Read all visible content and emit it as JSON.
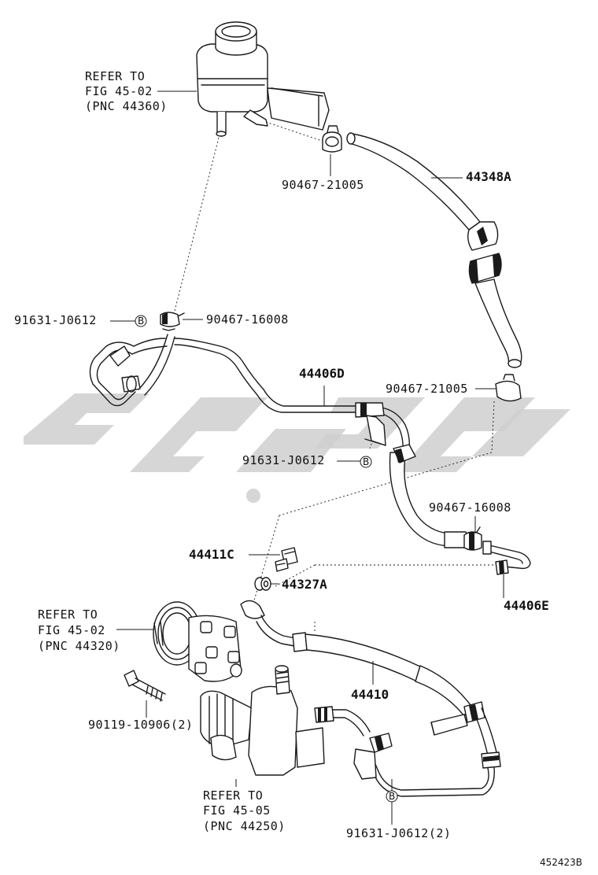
{
  "diagram": {
    "labels": {
      "refer_reservoir": [
        "REFER TO",
        "FIG 45-02",
        "(PNC 44360)"
      ],
      "refer_pump": [
        "REFER TO",
        "FIG 45-02",
        "(PNC 44320)"
      ],
      "refer_gear": [
        "REFER TO",
        "FIG 45-05",
        "(PNC 44250)"
      ],
      "clamp_top": "90467-21005",
      "hose_return_upper": "44348A",
      "bracket_left": "91631-J0612",
      "clamp_left": "90467-16008",
      "tube_return": "44406D",
      "clamp_mid": "90467-21005",
      "bracket_mid": "91631-J0612",
      "clamp_lower": "90467-16008",
      "union_bolt": "44411C",
      "gasket": "44327A",
      "tube_e": "44406E",
      "pressure_hose": "44410",
      "pump_bolt": "90119-10906(2)",
      "bracket_bottom": "91631-J0612(2)"
    },
    "badge_letter": "B",
    "figure_code": "452423B"
  }
}
